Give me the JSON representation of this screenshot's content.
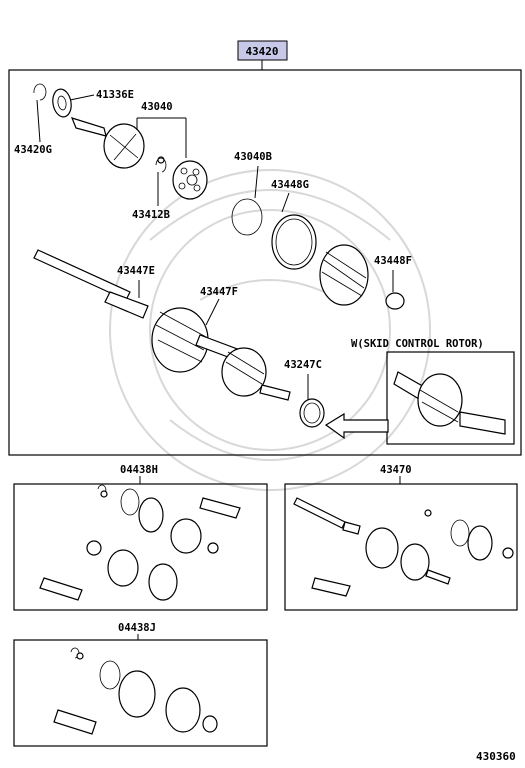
{
  "main_part": {
    "number": "43420",
    "highlight": "#c8c8e8"
  },
  "main_box": {
    "labels": {
      "p41336E": "41336E",
      "p43040": "43040",
      "p43420G": "43420G",
      "p43412B": "43412B",
      "p43040B": "43040B",
      "p43448G": "43448G",
      "p43447E": "43447E",
      "p43447F": "43447F",
      "p43448F": "43448F",
      "p43247C": "43247C"
    },
    "inset_label": "W(SKID CONTROL ROTOR)"
  },
  "kits": [
    {
      "number": "04438H"
    },
    {
      "number": "43470"
    },
    {
      "number": "04438J"
    }
  ],
  "diagram_code": "430360"
}
